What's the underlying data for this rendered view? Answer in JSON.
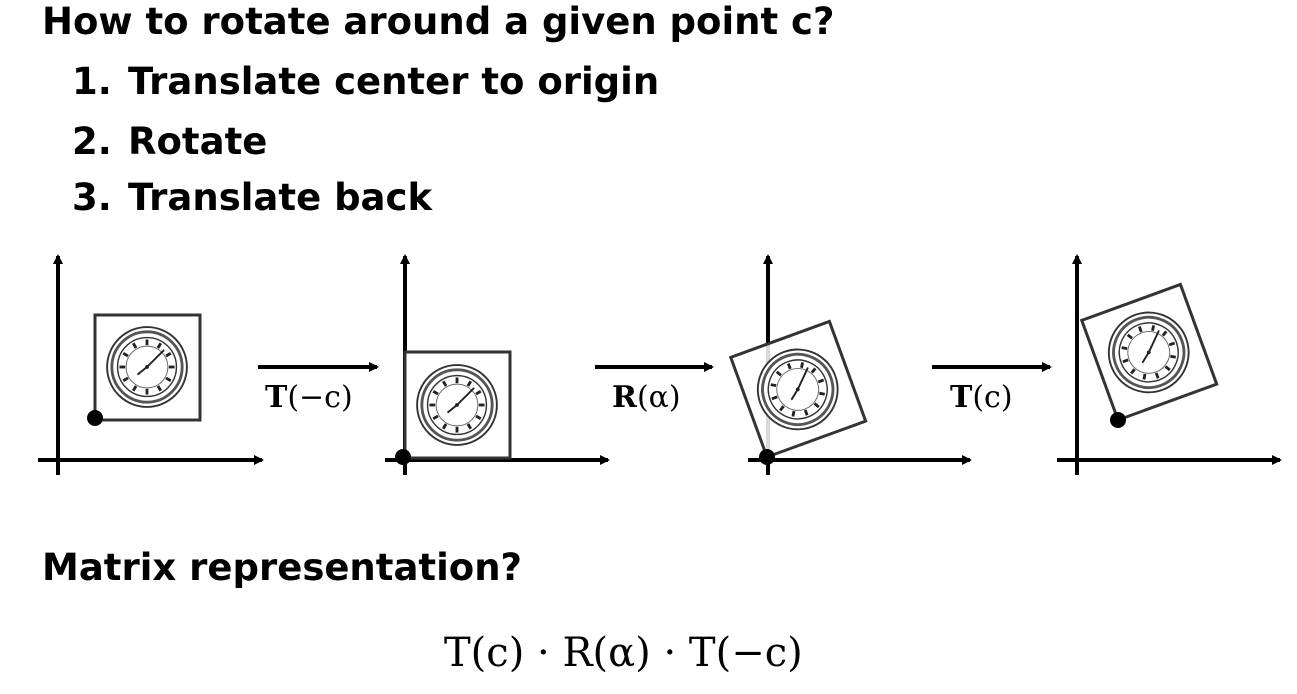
{
  "title": "How to rotate around a given point c?",
  "steps": [
    {
      "num": "1.",
      "text": "Translate center to origin"
    },
    {
      "num": "2.",
      "text": "Rotate"
    },
    {
      "num": "3.",
      "text": "Translate back"
    }
  ],
  "diagram": {
    "arrow_labels": [
      {
        "op": "T",
        "arg": "(−c)"
      },
      {
        "op": "R",
        "arg": "(α)"
      },
      {
        "op": "T",
        "arg": "(c)"
      }
    ]
  },
  "matrix_title": "Matrix representation?",
  "formula": "T(c) · R(α) · T(−c)"
}
